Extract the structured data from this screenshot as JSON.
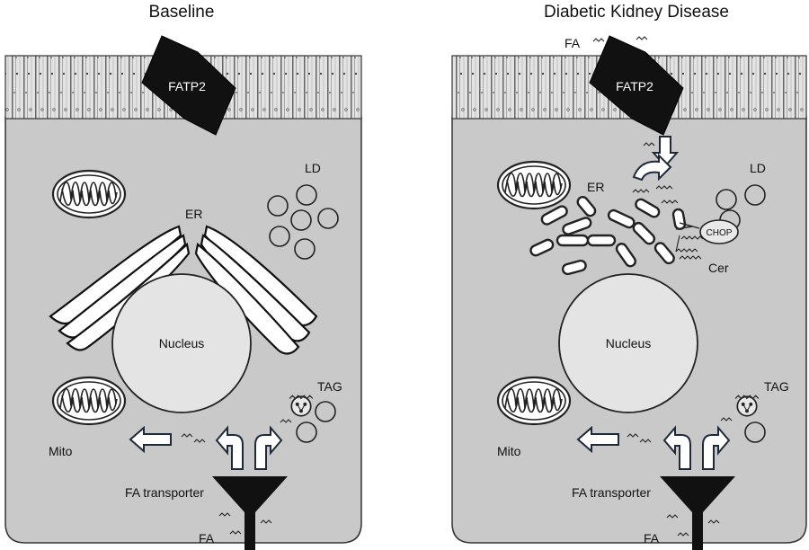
{
  "panels": {
    "baseline": {
      "title": "Baseline",
      "fatp2": "FATP2",
      "ld": "LD",
      "er": "ER",
      "nucleus": "Nucleus",
      "tag": "TAG",
      "mito": "Mito",
      "transporter": "FA transporter",
      "fa_bottom": "FA"
    },
    "dkd": {
      "title": "Diabetic Kidney Disease",
      "fa_top": "FA",
      "fatp2": "FATP2",
      "ld": "LD",
      "er": "ER",
      "chop": "CHOP",
      "cer": "Cer",
      "nucleus": "Nucleus",
      "tag": "TAG",
      "mito": "Mito",
      "transporter": "FA transporter",
      "fa_bottom": "FA"
    }
  },
  "colors": {
    "cytoplasm": "#c9c9c9",
    "nucleus": "#e4e4e4",
    "transporter": "#111111",
    "outline": "#222222",
    "arrow_fill": "#ffffff",
    "brush_border": "#d6d6d6"
  }
}
